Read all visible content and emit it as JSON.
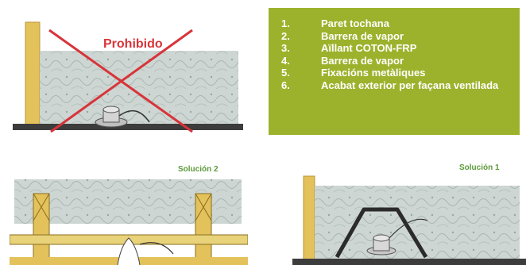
{
  "legend": {
    "items": [
      {
        "num": "1.",
        "text": "Paret tochana"
      },
      {
        "num": "2.",
        "text": "Barrera de vapor"
      },
      {
        "num": "3.",
        "text": "Aïllant COTON-FRP"
      },
      {
        "num": "4.",
        "text": "Barrera de vapor"
      },
      {
        "num": "5.",
        "text": "Fixacións metàliques"
      },
      {
        "num": "6.",
        "text": "Acabat exterior per façana ventilada"
      }
    ]
  },
  "panels": {
    "prohibited": {
      "label": "Prohibido"
    },
    "solution2": {
      "label": "Solución 2"
    },
    "solution1": {
      "label": "Solución 1"
    }
  },
  "colors": {
    "legend_bg": "#9cb22c",
    "insulation": "#c9d3cf",
    "wood": "#e3c25c",
    "prohibited_red": "#d8343a",
    "solution_green": "#5c9a3a"
  }
}
